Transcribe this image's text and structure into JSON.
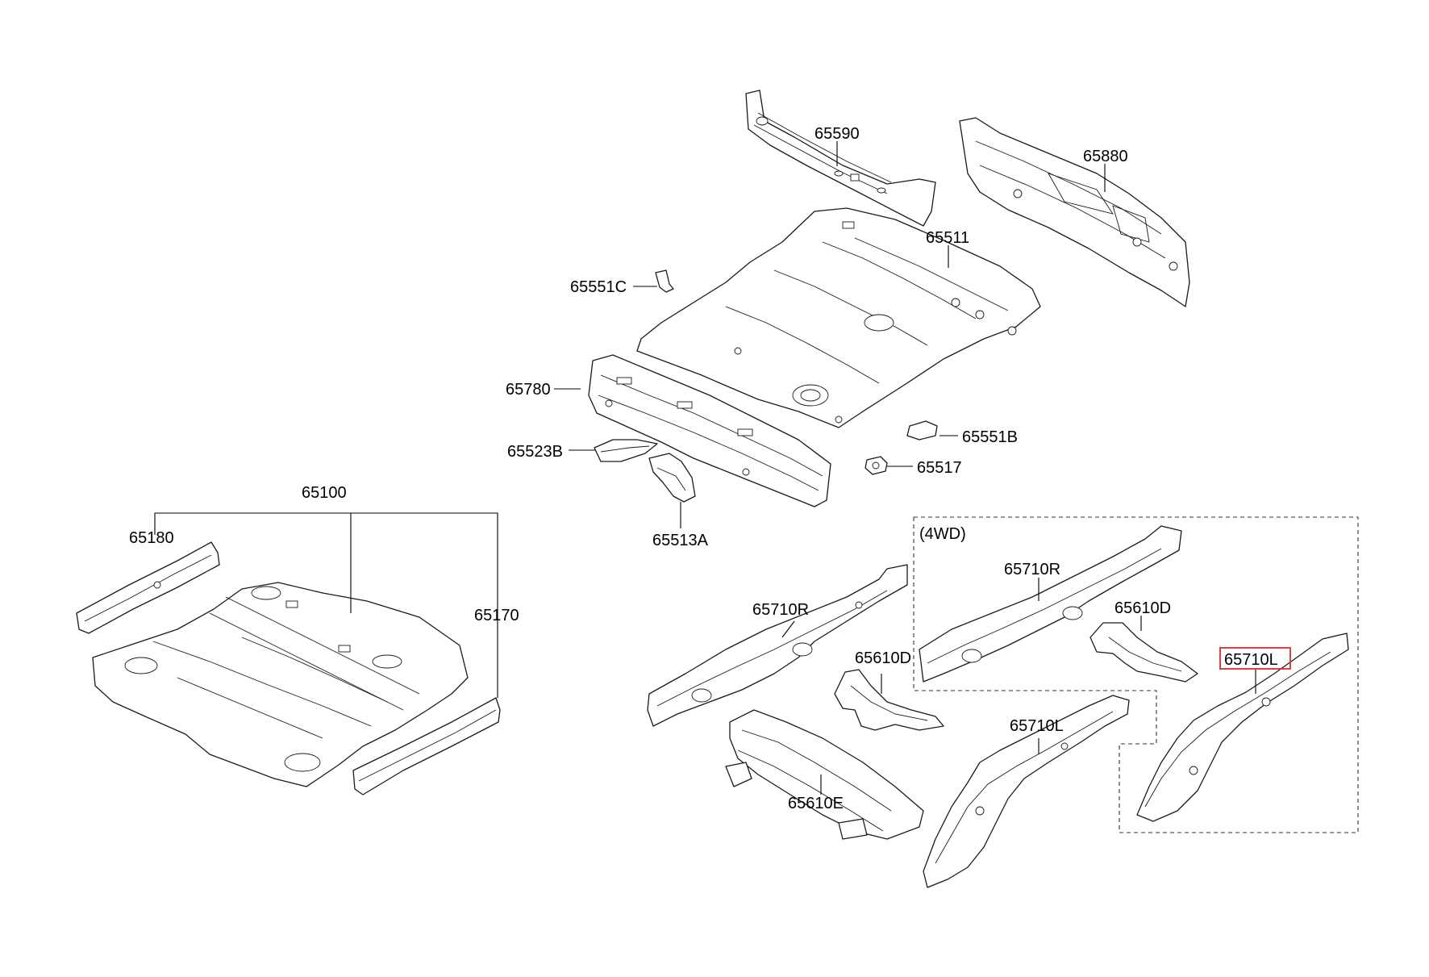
{
  "diagram": {
    "group_note": "(4WD)",
    "highlight_color": "#d32f2f",
    "labels": {
      "p65590": "65590",
      "p65880": "65880",
      "p65511": "65511",
      "p65551C": "65551C",
      "p65780": "65780",
      "p65551B": "65551B",
      "p65523B": "65523B",
      "p65517": "65517",
      "p65513A": "65513A",
      "p65100": "65100",
      "p65180": "65180",
      "p65170": "65170",
      "p65710R_main": "65710R",
      "p65610D_main": "65610D",
      "p65610E": "65610E",
      "p65710L_main": "65710L",
      "p65710R_4wd": "65710R",
      "p65610D_4wd": "65610D",
      "p65710L_4wd": "65710L"
    },
    "highlighted_part": "65710L"
  }
}
